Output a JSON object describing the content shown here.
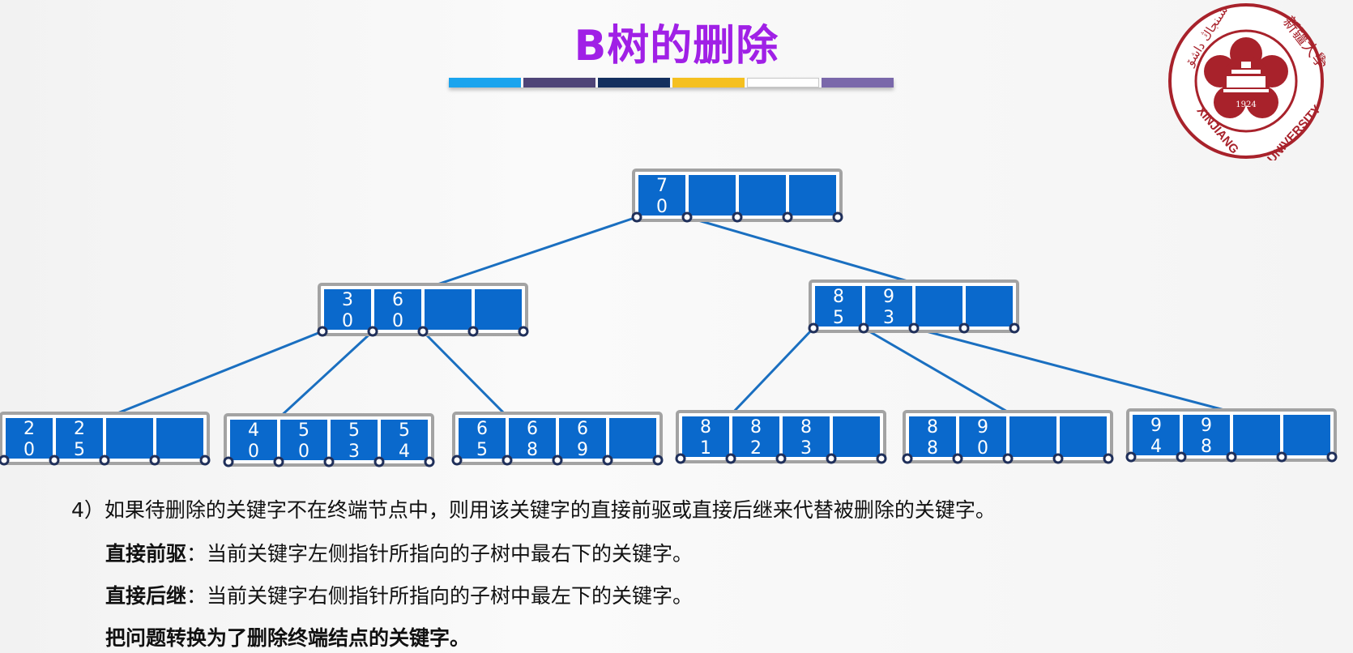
{
  "title": "B树的删除",
  "color_bar": [
    "#1aa4ee",
    "#4e4477",
    "#132f5e",
    "#f5c020",
    "#ffffff",
    "#7a68aa"
  ],
  "logo": {
    "text_top_left": "شىنجاڭ داشۆ",
    "text_top_right": "新疆大學",
    "text_bottom_left": "XINJIANG",
    "text_bottom_right": "UNIVERSITY",
    "year": "1924",
    "color": "#a8222b"
  },
  "colors": {
    "node_fill": "#0a69cc",
    "node_border": "#a3a3a3",
    "edge": "#1a6fc0",
    "pointer": "#1f2f5a"
  },
  "tree": {
    "nodes": [
      {
        "id": "root",
        "keys": [
          [
            "7",
            "0"
          ]
        ]
      },
      {
        "id": "n-30-60",
        "keys": [
          [
            "3",
            "0"
          ],
          [
            "6",
            "0"
          ]
        ]
      },
      {
        "id": "n-85-93",
        "keys": [
          [
            "8",
            "5"
          ],
          [
            "9",
            "3"
          ]
        ]
      },
      {
        "id": "n-20-25",
        "keys": [
          [
            "2",
            "0"
          ],
          [
            "2",
            "5"
          ]
        ]
      },
      {
        "id": "n-40-54",
        "keys": [
          [
            "4",
            "0"
          ],
          [
            "5",
            "0"
          ],
          [
            "5",
            "3"
          ],
          [
            "5",
            "4"
          ]
        ]
      },
      {
        "id": "n-65-69",
        "keys": [
          [
            "6",
            "5"
          ],
          [
            "6",
            "8"
          ],
          [
            "6",
            "9"
          ]
        ]
      },
      {
        "id": "n-81-83",
        "keys": [
          [
            "8",
            "1"
          ],
          [
            "8",
            "2"
          ],
          [
            "8",
            "3"
          ]
        ]
      },
      {
        "id": "n-88-90",
        "keys": [
          [
            "8",
            "8"
          ],
          [
            "9",
            "0"
          ]
        ]
      },
      {
        "id": "n-94-98",
        "keys": [
          [
            "9",
            "4"
          ],
          [
            "9",
            "8"
          ]
        ]
      }
    ],
    "edges": [
      [
        "root",
        "n-30-60"
      ],
      [
        "root",
        "n-85-93"
      ],
      [
        "n-30-60",
        "n-20-25"
      ],
      [
        "n-30-60",
        "n-40-54"
      ],
      [
        "n-30-60",
        "n-65-69"
      ],
      [
        "n-85-93",
        "n-81-83"
      ],
      [
        "n-85-93",
        "n-88-90"
      ],
      [
        "n-85-93",
        "n-94-98"
      ]
    ]
  },
  "notes": {
    "rule4": "4）如果待删除的关键字不在终端节点中，则用该关键字的直接前驱或直接后继来代替被删除的关键字。",
    "predecessor_label": "直接前驱",
    "predecessor_text": "：当前关键字左侧指针所指向的子树中最右下的关键字。",
    "successor_label": "直接后继",
    "successor_text": "：当前关键字右侧指针所指向的子树中最左下的关键字。",
    "conclusion": "把问题转换为了删除终端结点的关键字。"
  }
}
